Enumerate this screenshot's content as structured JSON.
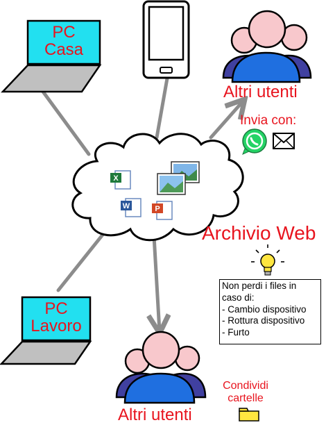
{
  "devices": {
    "pc_home": "PC\nCasa",
    "pc_work": "PC\nLavoro"
  },
  "cloud": {
    "label": "Archivio Web",
    "file_icons": [
      "excel-icon",
      "word-icon",
      "powerpoint-icon",
      "image-icon",
      "image-icon"
    ]
  },
  "top_users": {
    "label": "Altri utenti",
    "send_label": "Invia con:",
    "send_icons": [
      "whatsapp-icon",
      "email-icon"
    ]
  },
  "bottom_users": {
    "label": "Altri utenti",
    "share_label": "Condividi\ncartelle",
    "share_icon": "folder-icon"
  },
  "note": {
    "hint_icon": "lightbulb-icon",
    "lines": [
      "Non perdi i files in",
      "caso di:",
      "- Cambio dispositivo",
      "- Rottura dispositivo",
      "- Furto"
    ]
  },
  "colors": {
    "accent_text": "#e8141e",
    "screen": "#22e0f0",
    "connector": "#8c8c8c",
    "person_head": "#f8c8cc",
    "person_body_front": "#1f6fe0",
    "person_body_back": "#4040a0"
  }
}
